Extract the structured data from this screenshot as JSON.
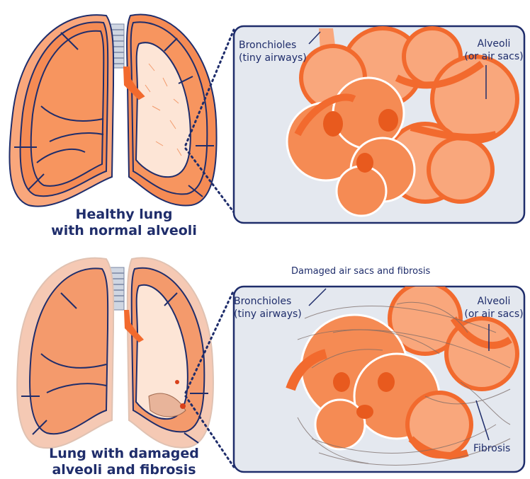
{
  "top": {
    "caption": {
      "line1": "Healthy lung",
      "line2": "with normal alveoli"
    },
    "bronchioles_label": {
      "line1": "Bronchioles",
      "line2": "(tiny airways)"
    },
    "alveoli_label": {
      "line1": "Alveoli",
      "line2": "(or air sacs)"
    }
  },
  "bottom": {
    "heading": "Damaged air sacs and fibrosis",
    "caption": {
      "line1": "Lung with damaged",
      "line2": "alveoli and fibrosis"
    },
    "bronchioles_label": {
      "line1": "Bronchioles",
      "line2": "(tiny airways)"
    },
    "alveoli_label": {
      "line1": "Alveoli",
      "line2": "(or air sacs)"
    },
    "fibrosis_label": "Fibrosis"
  },
  "colors": {
    "navy": "#1f2d6b",
    "orange": "#f26a2e",
    "light_orange": "#f9a77c",
    "lung_fill": "#f58b54",
    "panel": "#e4e8ef",
    "fibrosis_strands": "#7a6a66"
  }
}
